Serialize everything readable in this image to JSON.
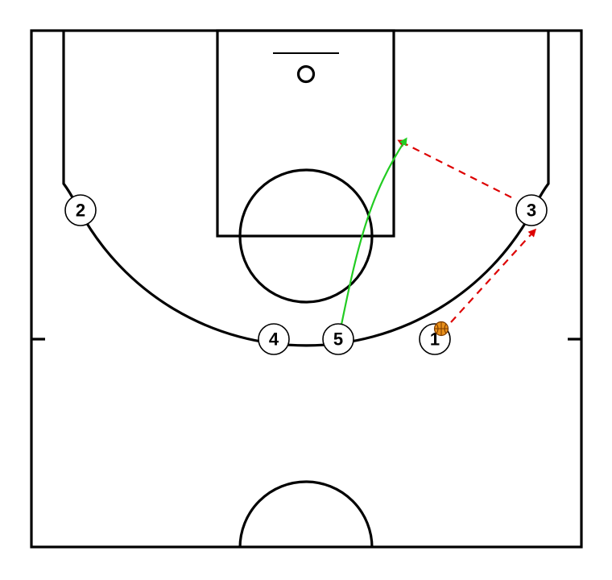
{
  "colors": {
    "court_line": "#000000",
    "background": "#ffffff",
    "pass": "#dd0000",
    "cut": "#22cc22",
    "ball": "#e8901a",
    "ball_seams": "#7a3a00"
  },
  "players": [
    {
      "label": "1",
      "id": "player-1"
    },
    {
      "label": "2",
      "id": "player-2"
    },
    {
      "label": "3",
      "id": "player-3"
    },
    {
      "label": "4",
      "id": "player-4"
    },
    {
      "label": "5",
      "id": "player-5"
    }
  ],
  "actions": [
    {
      "type": "pass",
      "from": "1",
      "to": "3",
      "style": "dashed-arrow"
    },
    {
      "type": "pass",
      "from": "3",
      "to": "5",
      "style": "dashed-arrow"
    },
    {
      "type": "cut",
      "player": "5",
      "destination": "low post",
      "style": "solid-arrow"
    }
  ],
  "ball_holder": "1"
}
